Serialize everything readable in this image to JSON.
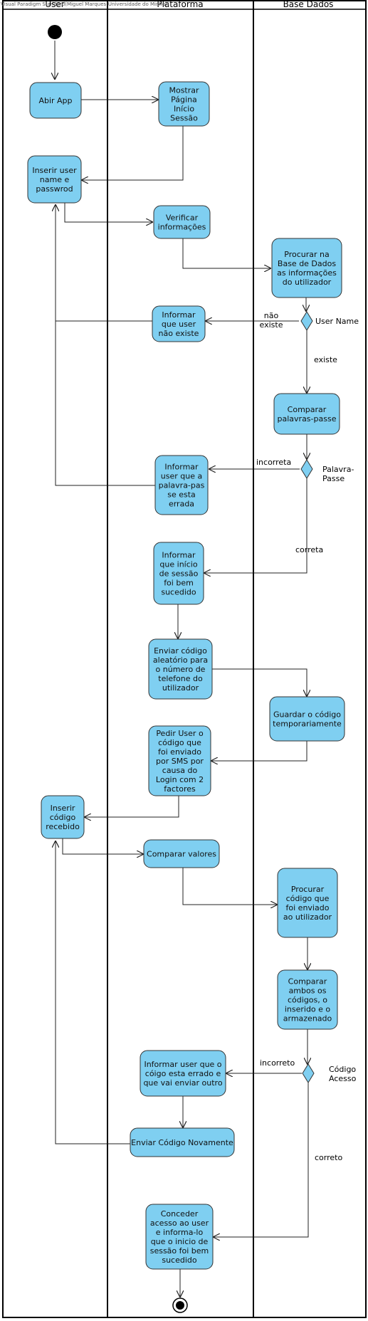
{
  "watermark": "Visual Paradigm Standard(Miguel Marques(Universidade do Minho))",
  "lanes": [
    "User",
    "Plataforma",
    "Base Dados"
  ],
  "nodes": [
    {
      "id": "n1",
      "lines": [
        "Abir App"
      ]
    },
    {
      "id": "n2",
      "lines": [
        "Mostrar",
        "Página",
        "Início",
        "Sessão"
      ]
    },
    {
      "id": "n3",
      "lines": [
        "Inserir user",
        "name e",
        "passwrod"
      ]
    },
    {
      "id": "n4",
      "lines": [
        "Verificar",
        "informações"
      ]
    },
    {
      "id": "n5",
      "lines": [
        "Procurar na",
        "Base de Dados",
        "as informações",
        "do utilizador"
      ]
    },
    {
      "id": "n6",
      "lines": [
        "Informar",
        "que user",
        "não existe"
      ]
    },
    {
      "id": "n7",
      "lines": [
        "Comparar",
        "palavras-passe"
      ]
    },
    {
      "id": "n8",
      "lines": [
        "Informar",
        "user que a",
        "palavra-pas",
        "se esta",
        "errada"
      ]
    },
    {
      "id": "n9",
      "lines": [
        "Informar",
        "que início",
        "de sessão",
        "foi bem",
        "sucedido"
      ]
    },
    {
      "id": "n10",
      "lines": [
        "Enviar código",
        "aleatório para",
        "o número de",
        "telefone do",
        "utilizador"
      ]
    },
    {
      "id": "n11",
      "lines": [
        "Guardar o código",
        "temporariamente"
      ]
    },
    {
      "id": "n12",
      "lines": [
        "Pedir User o",
        "código que",
        "foi enviado",
        "por SMS por",
        "causa do",
        "Login com 2",
        "factores"
      ]
    },
    {
      "id": "n13",
      "lines": [
        "Inserir",
        "código",
        "recebido"
      ]
    },
    {
      "id": "n14",
      "lines": [
        "Comparar valores"
      ]
    },
    {
      "id": "n15",
      "lines": [
        "Procurar",
        "código que",
        "foi enviado",
        "ao utilizador"
      ]
    },
    {
      "id": "n16",
      "lines": [
        "Comparar",
        "ambos os",
        "códigos, o",
        "inserido e o",
        "armazenado"
      ]
    },
    {
      "id": "n17",
      "lines": [
        "Informar user que o",
        "cóigo esta errado e",
        "que vai enviar outro"
      ]
    },
    {
      "id": "n18",
      "lines": [
        "Enviar Código Novamente"
      ]
    },
    {
      "id": "n19",
      "lines": [
        "Conceder",
        "acesso ao user",
        "e informa-lo",
        "que o inicio de",
        "sessão foi bem",
        "sucedido"
      ]
    }
  ],
  "decisions": [
    {
      "id": "d1",
      "lines": [
        "User Name"
      ]
    },
    {
      "id": "d2",
      "lines": [
        "Palavra-",
        "Passe"
      ]
    },
    {
      "id": "d3",
      "lines": [
        "Código",
        "Acesso"
      ]
    }
  ],
  "guards": [
    {
      "id": "g1",
      "lines": [
        "não",
        "existe"
      ]
    },
    {
      "id": "g2",
      "lines": [
        "existe"
      ]
    },
    {
      "id": "g3",
      "lines": [
        "incorreta"
      ]
    },
    {
      "id": "g4",
      "lines": [
        "correta"
      ]
    },
    {
      "id": "g5",
      "lines": [
        "incorreto"
      ]
    },
    {
      "id": "g6",
      "lines": [
        "correto"
      ]
    }
  ],
  "colors": {
    "node_fill": "#7fcff1",
    "node_stroke": "#333333",
    "line": "#222222",
    "lane_border": "#000000"
  }
}
